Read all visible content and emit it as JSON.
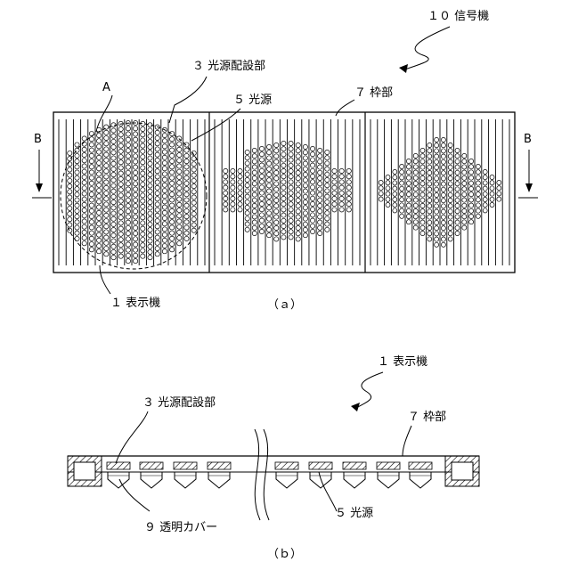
{
  "figure": {
    "top": {
      "caption": "（ａ）",
      "labels": {
        "signal": "１０ 信号機",
        "light_source_mount": "３ 光源配設部",
        "region_a": "A",
        "light_source": "５ 光源",
        "frame": "７ 枠部",
        "section_left": "B",
        "section_right": "B",
        "display": "１ 表示機"
      }
    },
    "bottom": {
      "caption": "（ｂ）",
      "labels": {
        "display": "１ 表示機",
        "light_source_mount": "３ 光源配設部",
        "frame": "７ 枠部",
        "cover": "９ 透明カバー",
        "light_source": "５ 光源"
      }
    }
  }
}
